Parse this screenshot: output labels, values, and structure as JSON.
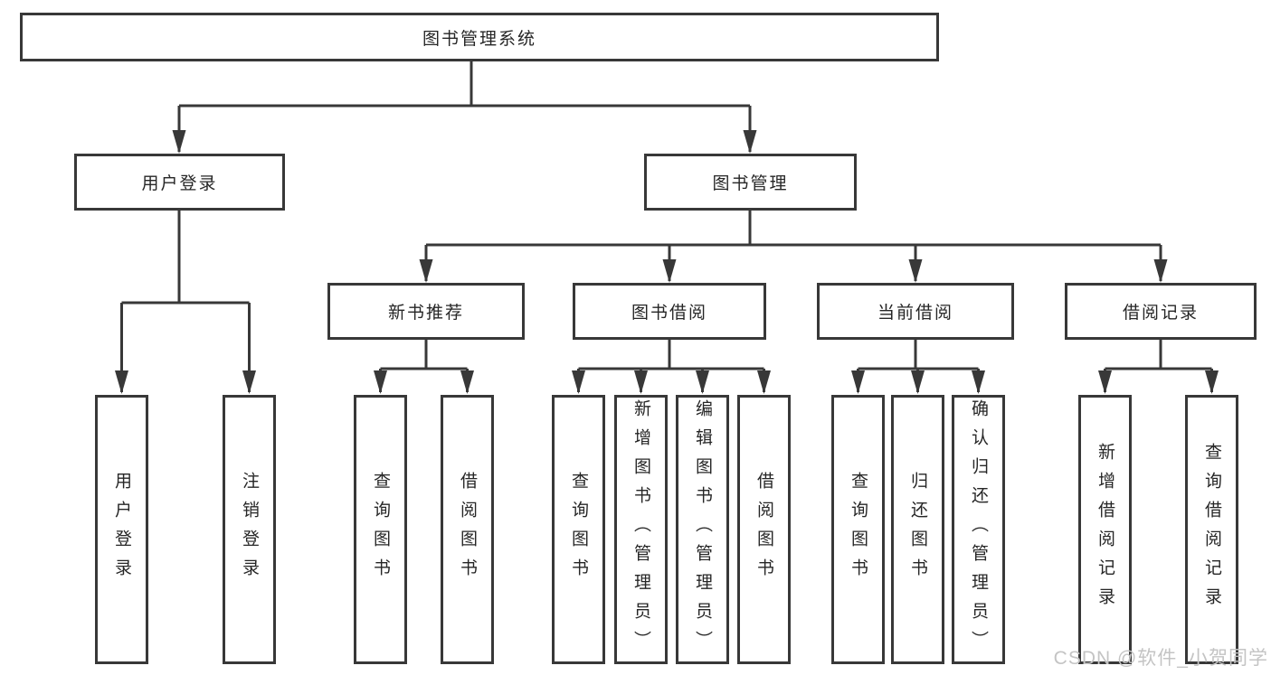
{
  "diagram": {
    "root": {
      "label": "图书管理系统"
    },
    "level2": [
      {
        "label": "用户登录",
        "leaves": [
          {
            "label": "用户登录"
          },
          {
            "label": "注销登录"
          }
        ]
      },
      {
        "label": "图书管理",
        "modules": [
          {
            "label": "新书推荐",
            "leaves": [
              {
                "label": "查询图书"
              },
              {
                "label": "借阅图书"
              }
            ]
          },
          {
            "label": "图书借阅",
            "leaves": [
              {
                "label": "查询图书"
              },
              {
                "label": "新增图书（管理员）"
              },
              {
                "label": "编辑图书（管理员）"
              },
              {
                "label": "借阅图书"
              }
            ]
          },
          {
            "label": "当前借阅",
            "leaves": [
              {
                "label": "查询图书"
              },
              {
                "label": "归还图书"
              },
              {
                "label": "确认归还（管理员）"
              }
            ]
          },
          {
            "label": "借阅记录",
            "leaves": [
              {
                "label": "新增借阅记录"
              },
              {
                "label": "查询借阅记录"
              }
            ]
          }
        ]
      }
    ]
  },
  "watermark": {
    "text": "CSDN @软件_小贺同学"
  },
  "colors": {
    "line": "#383838",
    "text": "#262626",
    "watermark": "#c4c4c4",
    "background": "#ffffff"
  }
}
